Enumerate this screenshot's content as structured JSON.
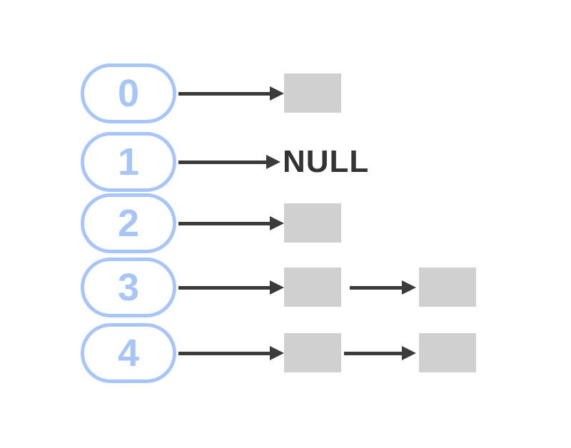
{
  "diagram": {
    "type": "hash-table-separate-chaining",
    "null_label": "NULL",
    "buckets": [
      {
        "label": "0",
        "nodes": 1,
        "is_null": false
      },
      {
        "label": "1",
        "nodes": 0,
        "is_null": true
      },
      {
        "label": "2",
        "nodes": 1,
        "is_null": false
      },
      {
        "label": "3",
        "nodes": 2,
        "is_null": false
      },
      {
        "label": "4",
        "nodes": 2,
        "is_null": false
      }
    ],
    "colors": {
      "bucket_border": "#a8c5f7",
      "bucket_label": "#a8c5f7",
      "node_fill": "#d0d0d0",
      "arrow": "#3b3b3b",
      "null_text": "#333333",
      "background": "#ffffff"
    }
  }
}
